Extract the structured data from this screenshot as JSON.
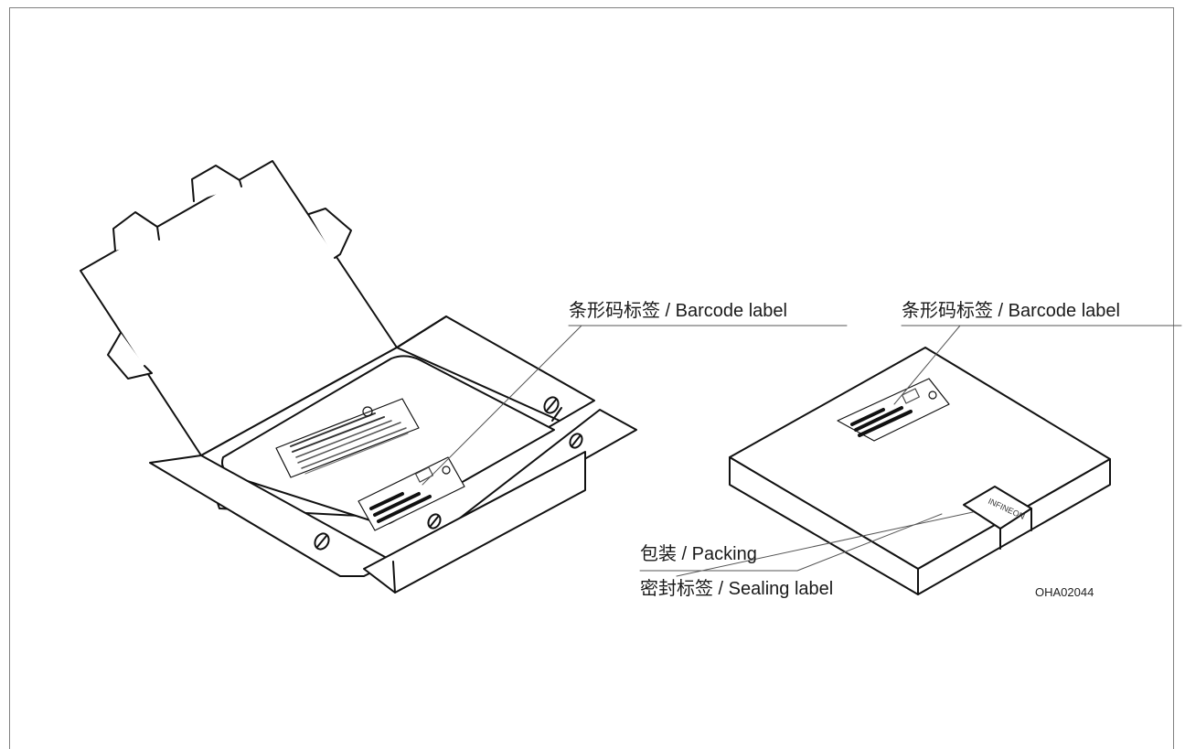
{
  "labels": {
    "barcode_left": "条形码标签 / Barcode label",
    "barcode_right": "条形码标签 / Barcode label",
    "packing": "包装 / Packing",
    "sealing": "密封标签 / Sealing label",
    "figure_code": "OHA02044"
  },
  "colors": {
    "line": "#111111",
    "leader": "#555555",
    "frame": "#808080"
  }
}
